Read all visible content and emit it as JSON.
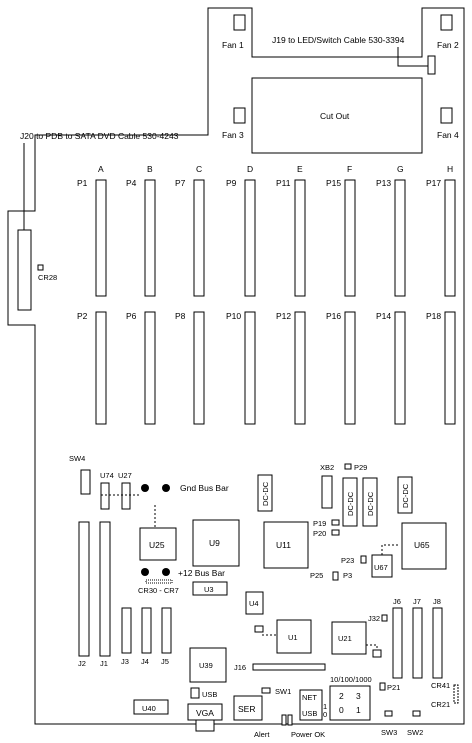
{
  "fans": {
    "f1": "Fan 1",
    "f2": "Fan 2",
    "f3": "Fan 3",
    "f4": "Fan 4"
  },
  "cables": {
    "j19": "J19 to LED/Switch Cable 530-3394",
    "j20": "J20 to PDB to SATA DVD Cable 530-4243"
  },
  "cutout": "Cut Out",
  "cr28": "CR28",
  "dimm_letters": [
    "A",
    "B",
    "C",
    "D",
    "E",
    "F",
    "G",
    "H"
  ],
  "top_slots": [
    "P1",
    "P4",
    "P7",
    "P9",
    "P11",
    "P15",
    "P13",
    "P17"
  ],
  "bottom_slots": [
    "P2",
    "P6",
    "P8",
    "P10",
    "P12",
    "P16",
    "P14",
    "P18"
  ],
  "parts": {
    "sw4": "SW4",
    "u74": "U74",
    "u27": "U27",
    "gnd_bus": "Gnd Bus Bar",
    "dcdc": "DC-DC",
    "xb2": "XB2",
    "p29": "P29",
    "p19": "P19",
    "p20": "P20",
    "u25": "U25",
    "u9": "U9",
    "u11": "U11",
    "u65": "U65",
    "p23": "P23",
    "u67": "U67",
    "p25": "P25",
    "p3": "P3",
    "plus12_bus": "+12  Bus  Bar",
    "cr30": "CR30 - CR7",
    "u3": "U3",
    "u4": "U4",
    "j6": "J6",
    "j7": "J7",
    "j8": "J8",
    "j32": "J32",
    "u1": "U1",
    "u21": "U21",
    "j2": "J2",
    "j1": "J1",
    "j3": "J3",
    "j4": "J4",
    "j5": "J5",
    "u39": "U39",
    "j16": "J16",
    "net_speed": "10/100/1000",
    "p21": "P21",
    "cr41": "CR41",
    "cr21": "CR21",
    "usb8": "USB",
    "sw1": "SW1",
    "net": "NET",
    "usb": "USB",
    "n2": "2",
    "n3": "3",
    "n1": "1",
    "n0": "0",
    "n1b": "1",
    "n0b": "0",
    "u40": "U40",
    "vga": "VGA",
    "ser": "SER",
    "sw3": "SW3",
    "sw2": "SW2",
    "alert": "Alert",
    "power_ok": "Power OK"
  }
}
